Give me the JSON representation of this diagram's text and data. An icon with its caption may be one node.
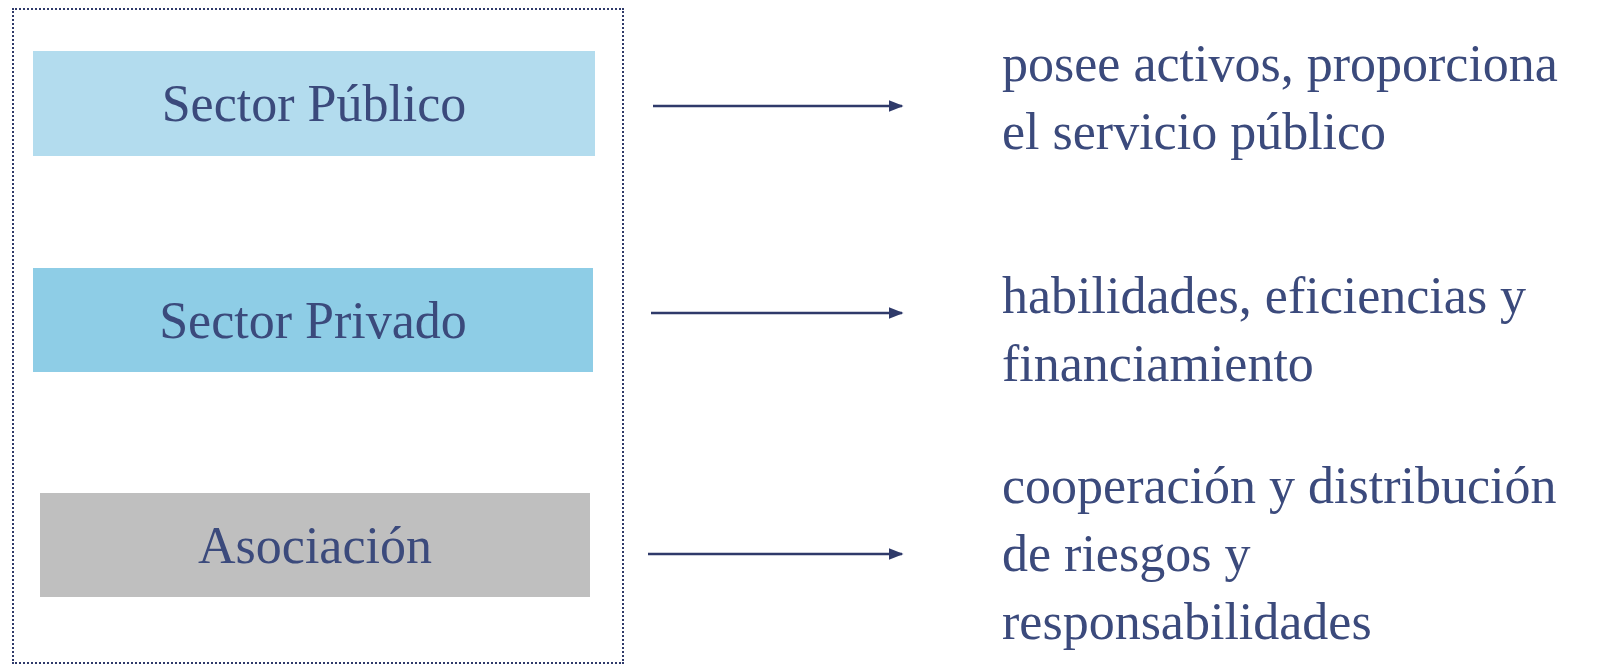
{
  "diagram": {
    "nodes": [
      {
        "text": [],
        "shape": "box"
      },
      {
        "text": [
          "Sector Público"
        ],
        "in": 0
      },
      {
        "text": [
          "Sector Privado"
        ],
        "in": 0
      },
      {
        "text": [
          "Asociación"
        ],
        "in": 0
      },
      {
        "text": [
          "posee activos, proporciona el servicio público"
        ]
      },
      {
        "text": [
          "habilidades, eficiencias y financiamiento"
        ]
      },
      {
        "text": [
          "cooperación y distribución de riesgos y responsabilidades"
        ]
      }
    ],
    "edges": [
      {
        "from": 1,
        "to": 4,
        "arrow": "to"
      },
      {
        "from": 2,
        "to": 5,
        "arrow": "to"
      },
      {
        "from": 3,
        "to": 6,
        "arrow": "to"
      }
    ]
  }
}
